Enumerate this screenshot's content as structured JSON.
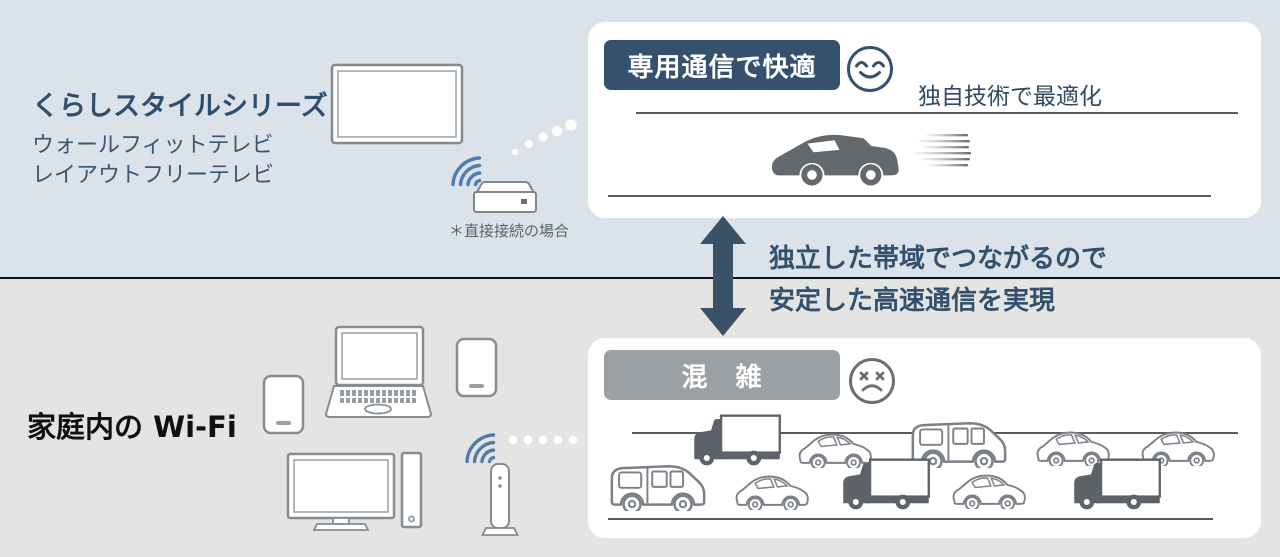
{
  "colors": {
    "top_background": "#dbe2ea",
    "bottom_background": "#e4e5e3",
    "navy": "#35516d",
    "badge_gray": "#9aa0a4",
    "wifi_blue": "#4f7cab",
    "device_outline_gray": "#858c93",
    "vehicle_dark_gray": "#64696e",
    "divider_black": "#101112"
  },
  "top_section": {
    "heading": "くらしスタイルシリーズ",
    "product_lines": [
      "ウォールフィットテレビ",
      "レイアウトフリーテレビ"
    ],
    "connection_note": "＊直接接続の場合",
    "panel": {
      "badge_label": "専用通信で快適",
      "face_icon": "happy-face-icon",
      "caption": "独自技術で最適化"
    }
  },
  "middle_callout": {
    "line1": "独立した帯域でつながるので",
    "line2": "安定した高速通信を実現"
  },
  "bottom_section": {
    "heading": "家庭内の Wi-Fi",
    "panel": {
      "badge_label": "混　雑",
      "face_icon": "sad-face-icon"
    }
  }
}
